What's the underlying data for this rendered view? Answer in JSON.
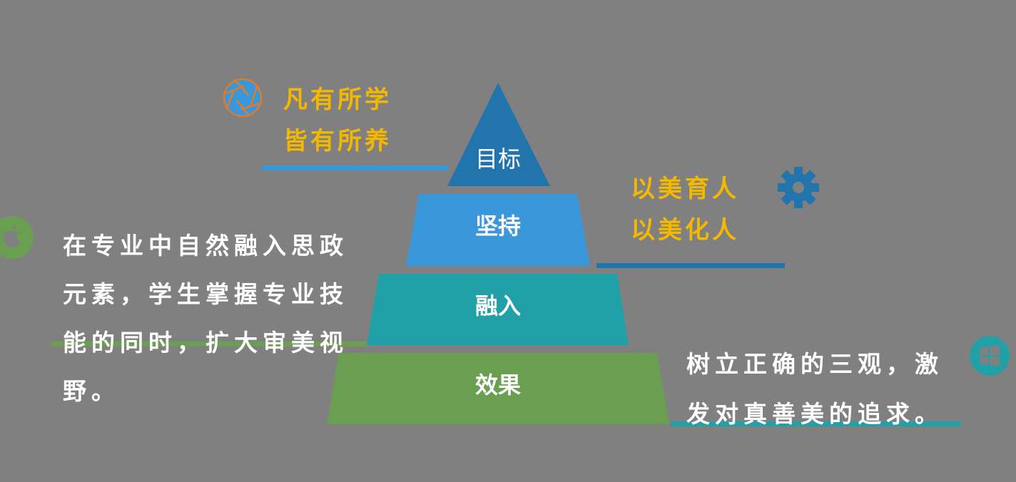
{
  "pyramid": {
    "tiers": [
      {
        "label": "目标",
        "color": "#2274ad"
      },
      {
        "label": "坚持",
        "color": "#3a97d9"
      },
      {
        "label": "融入",
        "color": "#22a0a8"
      },
      {
        "label": "效果",
        "color": "#6a9f52"
      }
    ]
  },
  "callouts": {
    "top_left": {
      "lines": [
        "凡有所学",
        "皆有所养"
      ],
      "icon": "aperture-icon",
      "color": "#f5b800"
    },
    "top_right": {
      "lines": [
        "以美育人",
        "以美化人"
      ],
      "icon": "gear-icon",
      "color": "#f5b800"
    },
    "left": {
      "lines": [
        "在专业中自然融入思政",
        "元素，学生掌握专业技",
        "能的同时，扩大审美视",
        "野。"
      ],
      "icon": "apple-icon"
    },
    "right": {
      "lines": [
        "树立正确的三观，激",
        "发对真善美的追求。"
      ],
      "icon": "windows-icon"
    }
  }
}
